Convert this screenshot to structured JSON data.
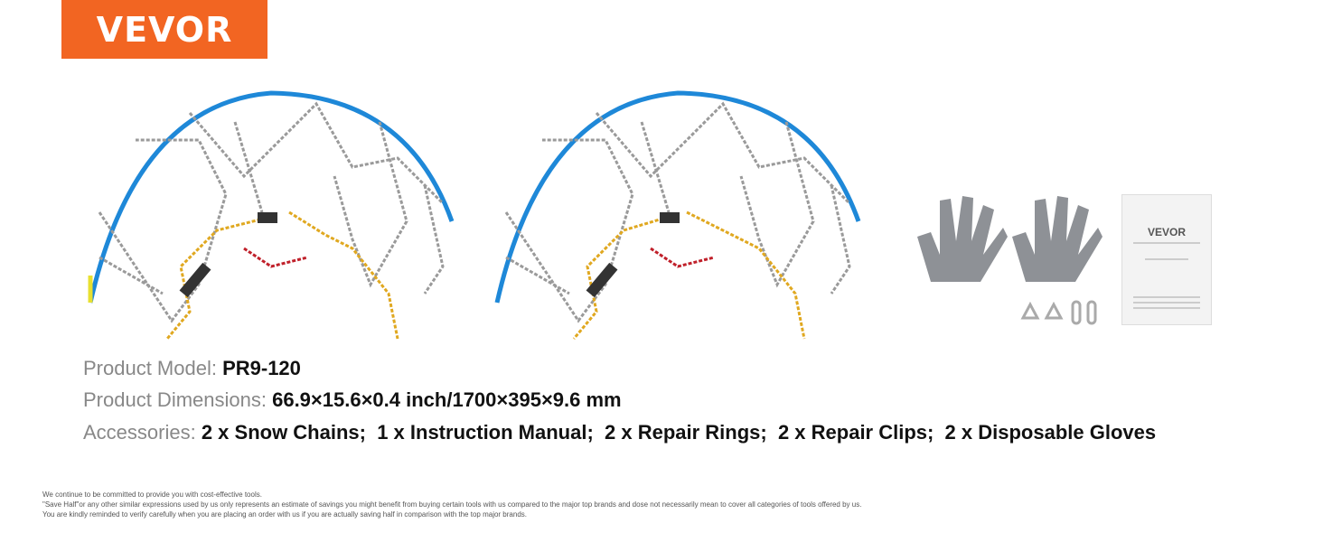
{
  "brand": {
    "logo": "VEVOR",
    "color": "#f26522"
  },
  "manual": {
    "logo": "VEVOR"
  },
  "specs": [
    {
      "label": "Product Model: ",
      "value": "PR9-120"
    },
    {
      "label": "Product Dimensions: ",
      "value": "66.9×15.6×0.4 inch/1700×395×9.6 mm"
    },
    {
      "label": "Accessories: ",
      "value": "2 x Snow Chains;  1 x Instruction Manual;  2 x Repair Rings;  2 x Repair Clips;  2 x Disposable Gloves"
    }
  ],
  "footnote": [
    "We continue to be committed to provide you with cost-effective tools.",
    "\"Save Half\"or any other similar expressions used by us only represents an estimate of savings you might benefit from buying certain tools with us compared to the major top brands and dose not necessarily mean to cover all categories of tools offered by us.",
    "You are kindly reminded to verify carefully when you are placing an order with us if you are actually saving half in comparison with the top major brands."
  ]
}
